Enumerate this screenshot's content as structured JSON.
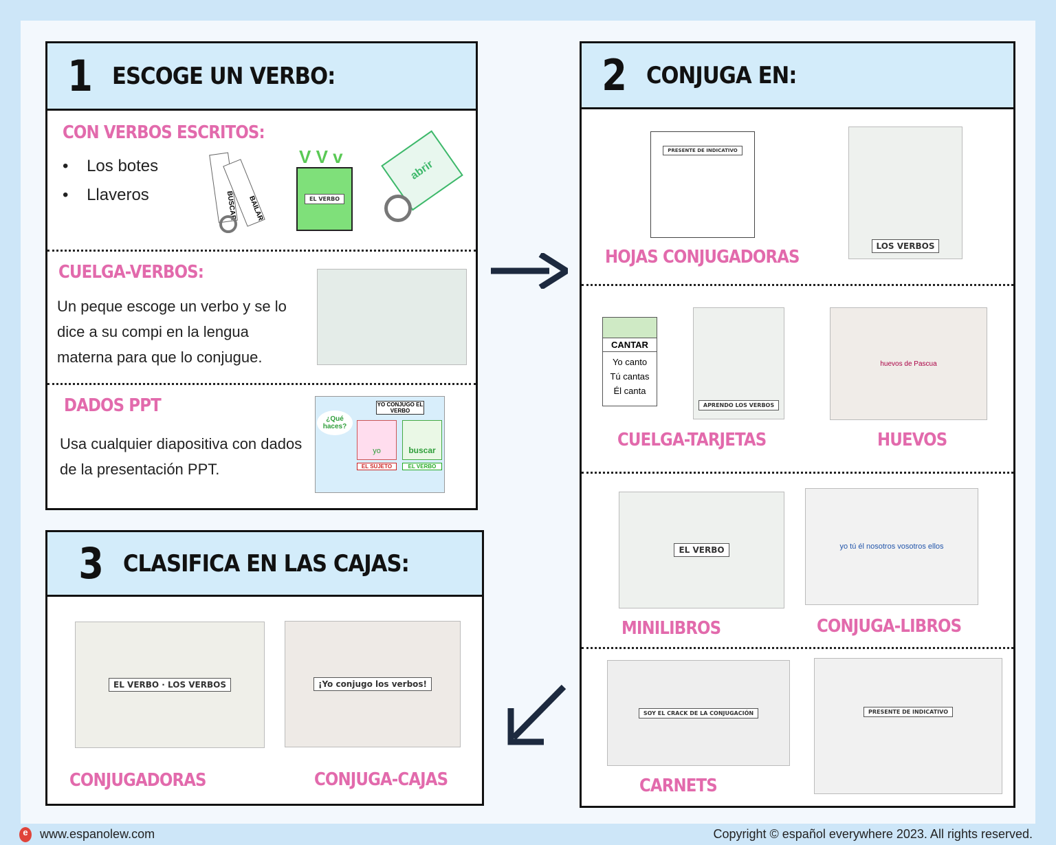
{
  "colors": {
    "background": "#cde6f8",
    "header": "#d3ecfa",
    "accent_pink": "#e26aac",
    "verb_green": "#7fe07a"
  },
  "step1": {
    "number": "1",
    "title": "ESCOGE UN VERBO:",
    "written": {
      "title": "CON VERBOS ESCRITOS:",
      "items": [
        "Los botes",
        "Llaveros"
      ],
      "card_words": [
        "BUSCAR",
        "BAILAR"
      ],
      "box_label": "EL VERBO",
      "key_word": "abrir"
    },
    "hanger": {
      "title": "CUELGA-VERBOS:",
      "text": "Un peque  escoge  un verbo y se lo dice a su compi en la lengua materna para que lo conjugue."
    },
    "dice": {
      "title": "DADOS PPT",
      "text": "Usa cualquier diapositiva con dados de la presentación PPT.",
      "slide": {
        "bubble": "¿Qué haces?",
        "heading": "YO CONJUGO EL VERBO",
        "subject": "yo",
        "verb": "buscar",
        "subject_label": "EL SUJETO",
        "verb_label": "EL VERBO"
      }
    }
  },
  "step2": {
    "number": "2",
    "title": "CONJUGA EN:",
    "items": [
      {
        "label": "HOJAS CONJUGADORAS",
        "image_text": "PRESENTE DE INDICATIVO"
      },
      {
        "label": "",
        "image_text": "LOS VERBOS"
      },
      {
        "label": "CUELGA-TARJETAS",
        "card": {
          "verb": "CANTAR",
          "lines": [
            "Yo canto",
            "Tú cantas",
            "Él canta"
          ]
        },
        "image_text": "APRENDO LOS VERBOS"
      },
      {
        "label": "HUEVOS",
        "image_text": "huevos de Pascua"
      },
      {
        "label": "MINILIBROS",
        "image_text": "EL VERBO"
      },
      {
        "label": "CONJUGA-LIBROS",
        "image_text": "yo  tú  él  nosotros  vosotros  ellos"
      },
      {
        "label": "CARNETS",
        "image_text": "SOY EL CRACK DE LA CONJUGACIÓN"
      },
      {
        "label": "",
        "image_text": "PRESENTE DE INDICATIVO"
      }
    ]
  },
  "step3": {
    "number": "3",
    "title": "CLASIFICA EN LAS CAJAS:",
    "items": [
      {
        "label": "CONJUGADORAS",
        "image_text": "EL VERBO · LOS VERBOS"
      },
      {
        "label": "CONJUGA-CAJAS",
        "image_text": "¡Yo conjugo los verbos!"
      }
    ]
  },
  "footer": {
    "website": "www.espanolew.com",
    "copyright": "Copyright © español everywhere 2023. All rights reserved."
  }
}
